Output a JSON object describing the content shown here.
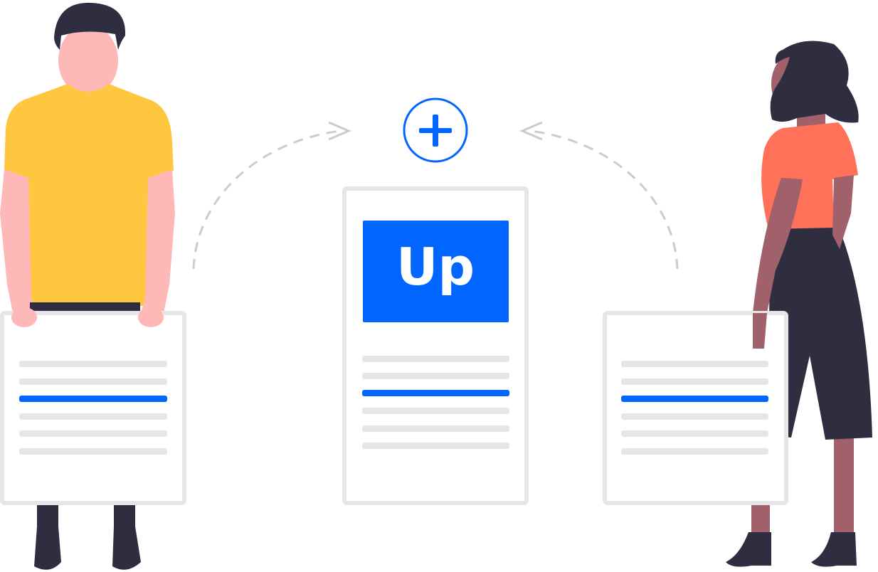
{
  "logo": {
    "label": "Up",
    "color": "#0066ff",
    "text_color": "#ffffff"
  },
  "icons": {
    "center": "plus-circle-icon",
    "left_arrow": "dashed-curved-arrow-icon",
    "right_arrow": "dashed-curved-arrow-icon"
  },
  "colors": {
    "accent": "#0066ff",
    "doc_border": "#e6e6e6",
    "doc_line": "#e6e6e6",
    "arrow": "#cccccc",
    "man_shirt": "#ffc73f",
    "man_skin": "#ffb8b8",
    "dark": "#2f2e41",
    "woman_top": "#ff7158",
    "woman_skin": "#a0616a"
  },
  "documents": {
    "left": {
      "highlighted_line": 3,
      "line_count": 6
    },
    "center": {
      "highlighted_line": 3,
      "line_count": 6
    },
    "right": {
      "highlighted_line": 3,
      "line_count": 6
    }
  }
}
